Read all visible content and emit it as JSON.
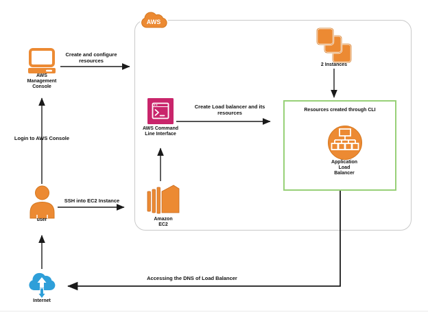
{
  "colors": {
    "aws_orange": "#EC8A33",
    "aws_orange_border": "#D4771F",
    "cli_pink": "#C9256B",
    "internet_blue": "#2E9FD9",
    "resources_box_green": "#97D077",
    "boundary_gray": "#C9C9C9",
    "arrow_black": "#1A1A1A"
  },
  "boundary": {
    "label": "AWS"
  },
  "nodes": {
    "management_console": {
      "lines": [
        "AWS",
        "Management",
        "Console"
      ]
    },
    "cli": {
      "lines": [
        "AWS Command",
        "Line Interface"
      ]
    },
    "ec2": {
      "lines": [
        "Amazon",
        "EC2"
      ]
    },
    "instances": {
      "label": "2 Instances"
    },
    "resources_box": {
      "title": "Resources created through CLI"
    },
    "alb": {
      "lines": [
        "Application",
        "Load",
        "Balancer"
      ]
    },
    "user": {
      "label": "user"
    },
    "internet": {
      "label": "Internet"
    }
  },
  "edges": {
    "create_configure": {
      "lines": [
        "Create and configure",
        "resources"
      ]
    },
    "login": {
      "label": "Login to AWS Console"
    },
    "ssh": {
      "label": "SSH into EC2 Instance"
    },
    "create_lb": {
      "lines": [
        "Create Load balancer and its",
        "resources"
      ]
    },
    "access_dns": {
      "label": "Accessing the DNS of Load Balancer"
    }
  }
}
